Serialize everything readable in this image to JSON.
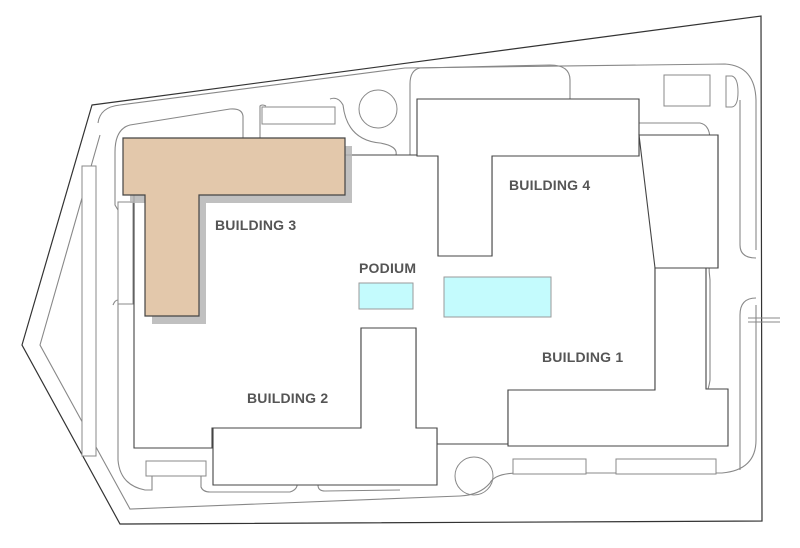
{
  "site_plan": {
    "colors": {
      "background": "#ffffff",
      "boundary": "#333333",
      "road": "#888888",
      "building_outline": "#444444",
      "highlight_fill": "#e3c8ab",
      "highlight_shadow": "#b5b5b5",
      "pool_fill": "#c4fbfd",
      "pool_stroke": "#9a9a9a",
      "label_text": "#555555"
    },
    "labels": {
      "building_1": "BUILDING 1",
      "building_2": "BUILDING 2",
      "building_3": "BUILDING 3",
      "building_4": "BUILDING 4",
      "podium": "PODIUM"
    },
    "highlighted_building": "BUILDING 3"
  }
}
